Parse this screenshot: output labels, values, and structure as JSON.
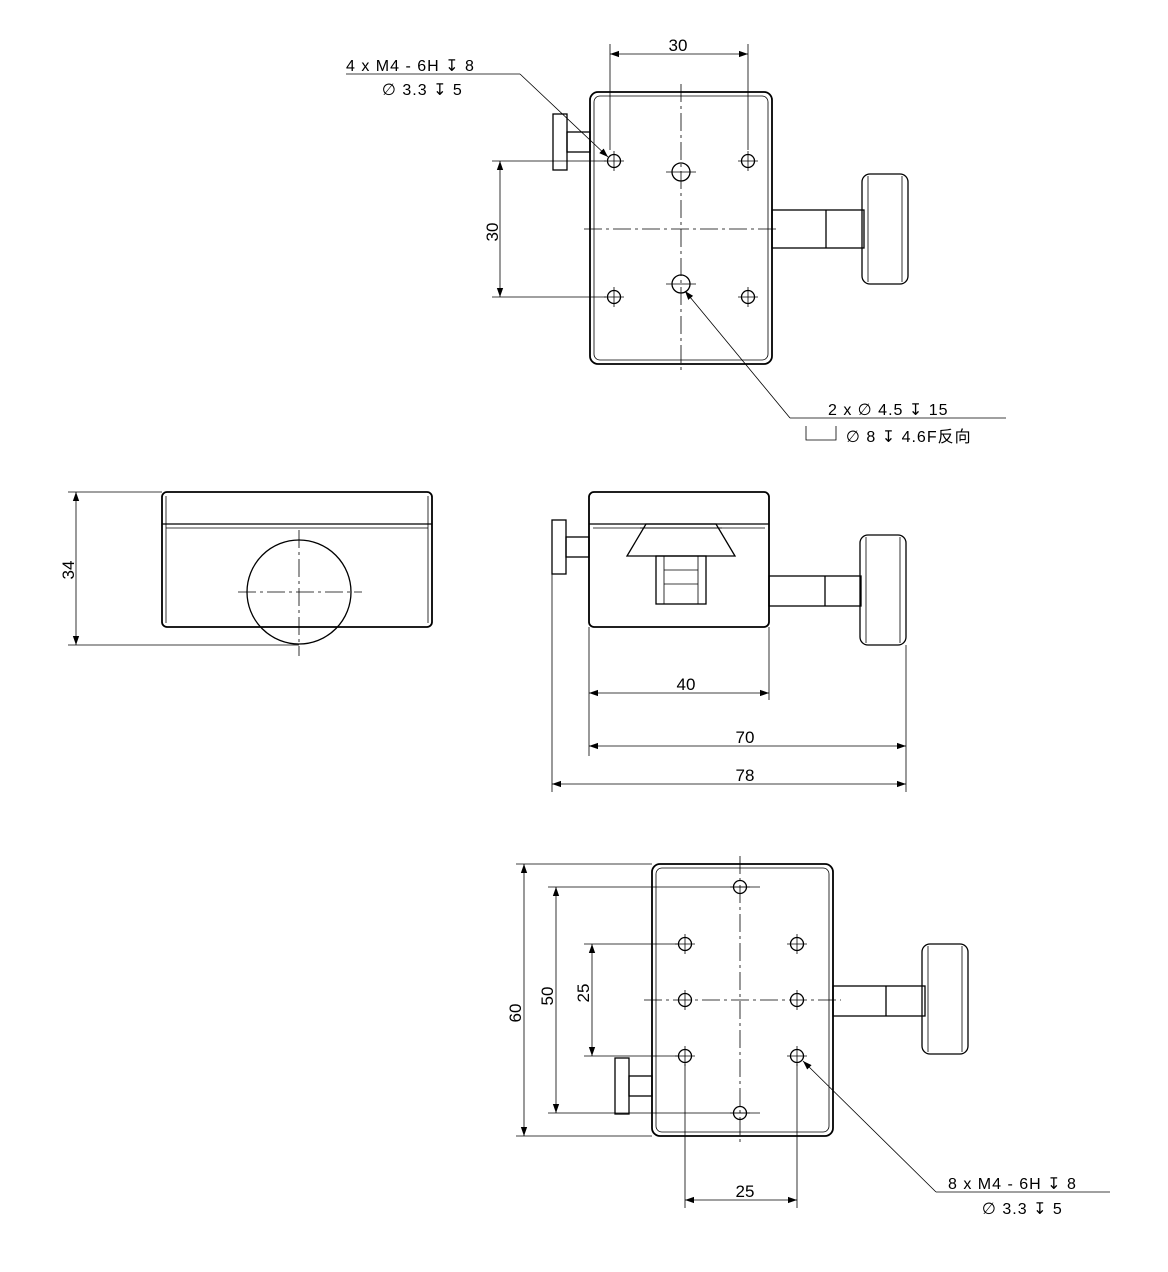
{
  "colors": {
    "line": "#000000",
    "background": "#ffffff"
  },
  "top_view": {
    "dim_width": "30",
    "dim_height": "30",
    "note_tap_line1": "4 x  M4 - 6H ↧ 8",
    "note_tap_line2": "∅  3.3 ↧ 5",
    "note_thru_line1": "2 x ∅  4.5 ↧ 15",
    "note_thru_line2": "∅  8 ↧ 4.6F反向",
    "counterbore_symbol": "⊔"
  },
  "side_view": {
    "dim_height": "34"
  },
  "front_view": {
    "dim_40": "40",
    "dim_70": "70",
    "dim_78": "78"
  },
  "bottom_view": {
    "dim_60": "60",
    "dim_50": "50",
    "dim_25_v": "25",
    "dim_25_h": "25",
    "note_tap_line1": "8 x  M4 - 6H ↧ 8",
    "note_tap_line2": "∅  3.3 ↧ 5"
  }
}
